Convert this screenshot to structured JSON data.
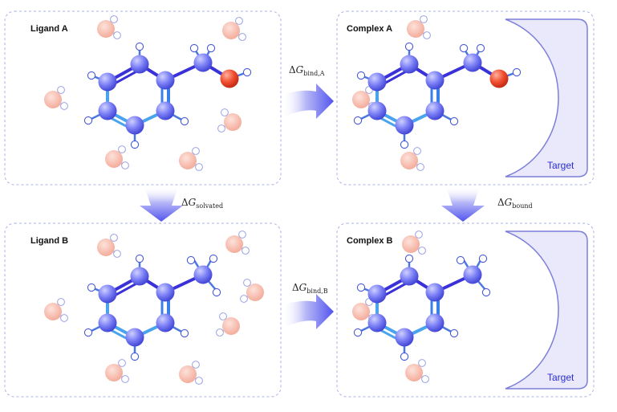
{
  "panels": [
    {
      "id": "ligand-a",
      "title": "Ligand A",
      "has_target": false,
      "tail": "oh"
    },
    {
      "id": "complex-a",
      "title": "Complex A",
      "has_target": true,
      "tail": "oh"
    },
    {
      "id": "ligand-b",
      "title": "Ligand B",
      "has_target": false,
      "tail": "ch3"
    },
    {
      "id": "complex-b",
      "title": "Complex B",
      "has_target": true,
      "tail": "ch3"
    }
  ],
  "target_label": "Target",
  "transitions": {
    "bind_a": {
      "delta": "Δ",
      "symbol": "G",
      "subscript": "bind,A"
    },
    "bind_b": {
      "delta": "Δ",
      "symbol": "G",
      "subscript": "bind,B"
    },
    "solvated": {
      "delta": "Δ",
      "symbol": "G",
      "subscript": "solvated"
    },
    "bound": {
      "delta": "Δ",
      "symbol": "G",
      "subscript": "bound"
    }
  },
  "colors": {
    "panel_border": "#aab0e8",
    "carbon": "#6b6ff2",
    "bond_dark": "#3a32d8",
    "bond_light": "#4aa3ee",
    "oxygen": "#f04a2e",
    "hydrogen": "#ffffff",
    "hydrogen_stroke": "#4a5ad8",
    "water": "#f6b5a6",
    "target_fill": "#e9e9fb",
    "target_stroke": "#7b7fd8",
    "arrow": "#5a5cf0"
  }
}
